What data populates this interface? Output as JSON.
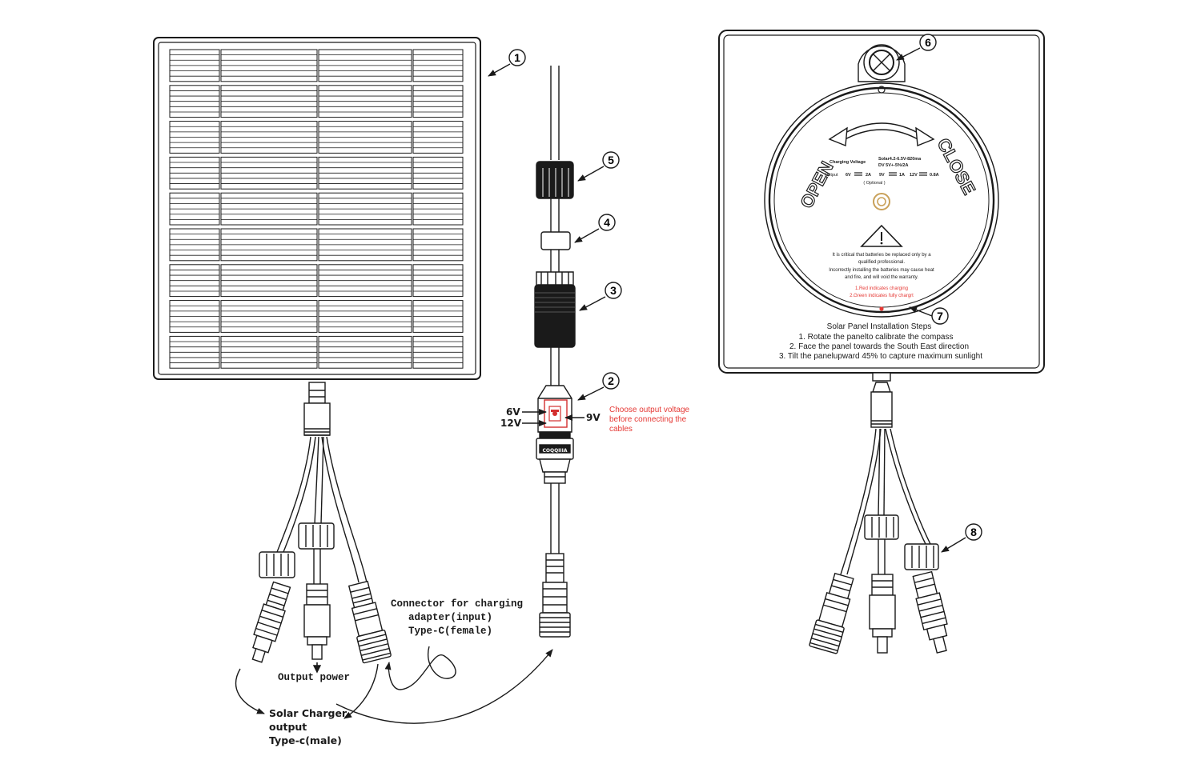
{
  "callouts": {
    "c1": "1",
    "c2": "2",
    "c3": "3",
    "c4": "4",
    "c5": "5",
    "c6": "6",
    "c7": "7",
    "c8": "8"
  },
  "voltage_switch": {
    "v6": "6V",
    "v12": "12V",
    "v9": "9V",
    "note_line1": "Choose output voltage",
    "note_line2": "before connecting the",
    "note_line3": "cables",
    "body_mark": "COQQIIIA"
  },
  "labels": {
    "input_connector_line1": "Connector for charging",
    "input_connector_line2": "adapter(input)",
    "input_connector_line3": "Type-C(female)",
    "output_power": "Output power",
    "solar_output_line1": "Solar Charger",
    "solar_output_line2": "output",
    "solar_output_line3": "Type-c(male)"
  },
  "back_label": {
    "open": "OPEN",
    "close": "CLOSE",
    "charging_voltage": "Charging Voltage",
    "solar_spec": "Solar4.2-6.5V-820ma",
    "dv_spec": "DV 5V+-5%/2A",
    "output": "Output",
    "out_6v": "6V",
    "out_6v_a": "2A",
    "out_9v": "9V",
    "out_9v_a": "1A",
    "out_12v": "12V",
    "out_12v_a": "0.8A",
    "optional": "( Optional )",
    "warn_line1": "It is critical that batteries be replaced only by a",
    "warn_line2": "qualified professional.",
    "warn_line3": "Incorrectly installing the batteries may cause heat",
    "warn_line4": "and fire, and will void the warranty.",
    "led_red": "1.Red indicates charging",
    "led_green": "2.Green indicates fully chargrt"
  },
  "installation": {
    "title": "Solar Panel Installation Steps",
    "step1": "1. Rotate the panelto calibrate the compass",
    "step2": "2. Face the panel towards the South East direction",
    "step3": "3. Tilt the panelupward 45% to capture maximum sunlight"
  },
  "colors": {
    "line": "#1a1a1a",
    "warning_red": "#e53935",
    "switch_red": "#d32f2f",
    "usb_gold": "#c9a15a"
  }
}
